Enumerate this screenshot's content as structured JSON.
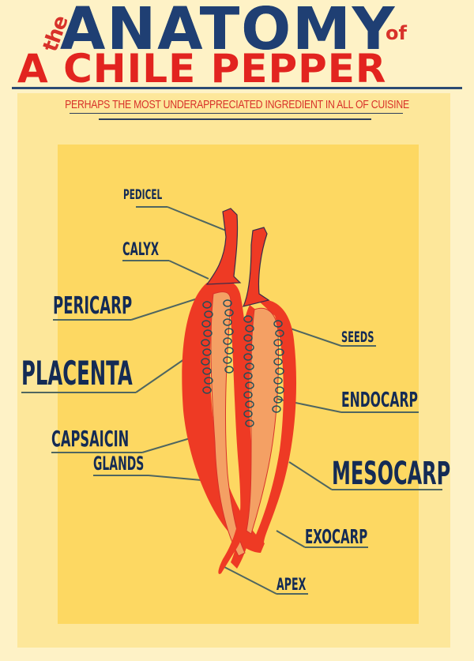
{
  "title": {
    "the": "the",
    "anatomy": "ANATOMY",
    "of": "of",
    "subject": "A CHILE PEPPER"
  },
  "subtitle": "PERHAPS THE MOST UNDERAPPRECIATED INGREDIENT IN ALL OF CUISINE",
  "labels": {
    "pedicel": "PEDICEL",
    "calyx": "CALYX",
    "pericarp": "PERICARP",
    "placenta": "PLACENTA",
    "capsaicin": "CAPSAICIN",
    "glands": "GLANDS",
    "seeds": "SEEDS",
    "endocarp": "ENDOCARP",
    "mesocarp": "MESOCARP",
    "exocarp": "EXOCARP",
    "apex": "APEX"
  },
  "colors": {
    "background": "#FEF2C6",
    "panel": "#FDD862",
    "pepper_red": "#EE3A24",
    "placenta_orange": "#F4A064",
    "navy": "#142B55",
    "title_red": "#E2241F",
    "leader_line": "#4F6660"
  }
}
